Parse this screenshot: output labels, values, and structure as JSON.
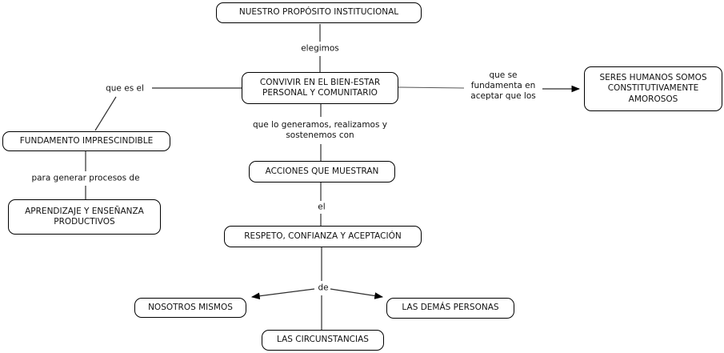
{
  "diagram": {
    "type": "concept-map",
    "colors": {
      "background": "#ffffff",
      "node_fill": "#ffffff",
      "node_border": "#000000",
      "text": "#111111",
      "line": "#2e2e2e"
    },
    "nodes": {
      "proposito": "NUESTRO PROPÓSITO INSTITUCIONAL",
      "convivir": "CONVIVIR EN EL BIEN-ESTAR\nPERSONAL Y COMUNITARIO",
      "fundamento": "FUNDAMENTO IMPRESCINDIBLE",
      "aprendizaje": "APRENDIZAJE Y ENSEÑANZA\nPRODUCTIVOS",
      "seres": "SERES HUMANOS SOMOS\nCONSTITUTIVAMENTE\nAMOROSOS",
      "acciones": "ACCIONES QUE MUESTRAN",
      "respeto": "RESPETO, CONFIANZA Y ACEPTACIÓN",
      "nosotros": "NOSOTROS MISMOS",
      "demas": "LAS DEMÁS PERSONAS",
      "circunstancias": "LAS CIRCUNSTANCIAS"
    },
    "linking_phrases": {
      "elegimos": "elegimos",
      "que_es_el": "que es el",
      "fundamenta": "que se\nfundamenta en\naceptar que los",
      "para_generar": "para generar procesos de",
      "generamos": "que lo generamos, realizamos y\nsostenemos con",
      "el": "el",
      "de": "de"
    }
  }
}
